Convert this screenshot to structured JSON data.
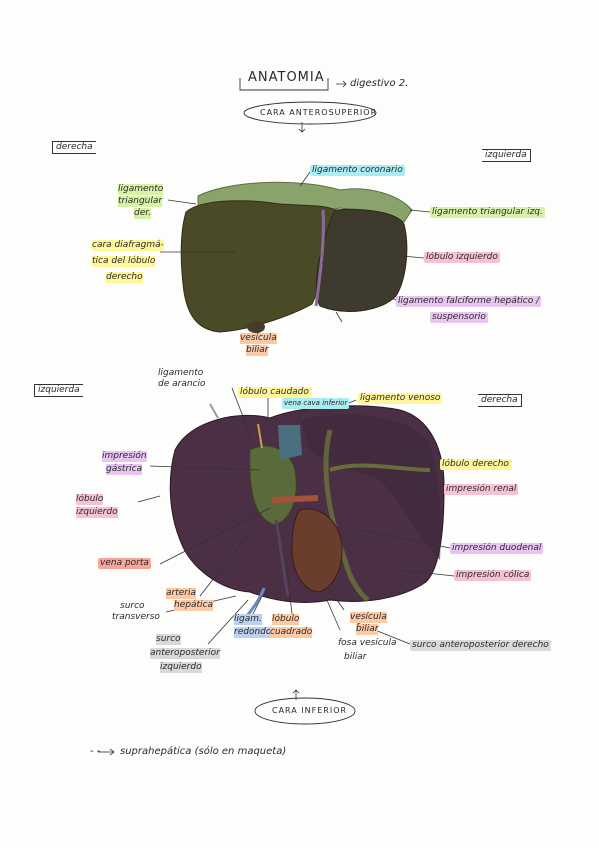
{
  "header": {
    "title": "ANATOMIA",
    "subtitle": "digestivo 2.",
    "top_view": "CARA ANTEROSUPERIOR",
    "bottom_view": "CARA INFERIOR"
  },
  "upper": {
    "side_left": "derecha",
    "side_right": "izquierda",
    "labels": {
      "coronario": "ligamento coronario",
      "triangular_der": [
        "ligamento",
        "triangular",
        "der."
      ],
      "triangular_izq": "ligamento triangular izq.",
      "cara_diafragmatica": [
        "cara diafragmá-",
        "tica del lóbulo",
        "derecho"
      ],
      "lobulo_izquierdo": "lóbulo izquierdo",
      "falciforme": [
        "ligamento falciforme hepático /",
        "suspensorio"
      ],
      "vesicula": [
        "vesícula",
        "biliar"
      ]
    }
  },
  "lower": {
    "side_left": "izquierda",
    "side_right": "derecha",
    "labels": {
      "ligamento_arancio": [
        "ligamento",
        "de arancio"
      ],
      "lobulo_caudado": "lóbulo caudado",
      "vena_cava": "vena cava inferior",
      "ligamento_venoso": "ligamento venoso",
      "impresion_gastrica": [
        "impresión",
        "gástrica"
      ],
      "lobulo_izquierdo": [
        "lóbulo",
        "izquierdo"
      ],
      "vena_porta": "vena porta",
      "arteria_hepatica": [
        "arteria",
        "hepática"
      ],
      "surco_transverso": [
        "surco",
        "transverso"
      ],
      "surco_ant_izq": [
        "surco",
        "anteroposterior",
        "izquierdo"
      ],
      "ligam_redondo": [
        "ligam.",
        "redondo"
      ],
      "lobulo_cuadrado": [
        "lóbulo",
        "cuadrado"
      ],
      "fosa_vesicula": [
        "fosa vesícula",
        "biliar"
      ],
      "vesicula": [
        "vesícula",
        "biliar"
      ],
      "surco_ant_der": "surco anteroposterior derecho",
      "lobulo_derecho": "lóbulo derecho",
      "impresion_renal": "impresión renal",
      "impresion_duodenal": "impresión duodenal",
      "impresion_colica": "impresión cólica"
    }
  },
  "footer_note": "suprahepática (sólo en maqueta)",
  "colors": {
    "liver_top": "#4b4a26",
    "liver_top_left": "#5a5a2c",
    "ligament_green": "#8aa36a",
    "liver_bottom_purple": "#4a2f45",
    "liver_bottom_green": "#5b6a3a",
    "highlight_yellow": "#fff59a"
  }
}
